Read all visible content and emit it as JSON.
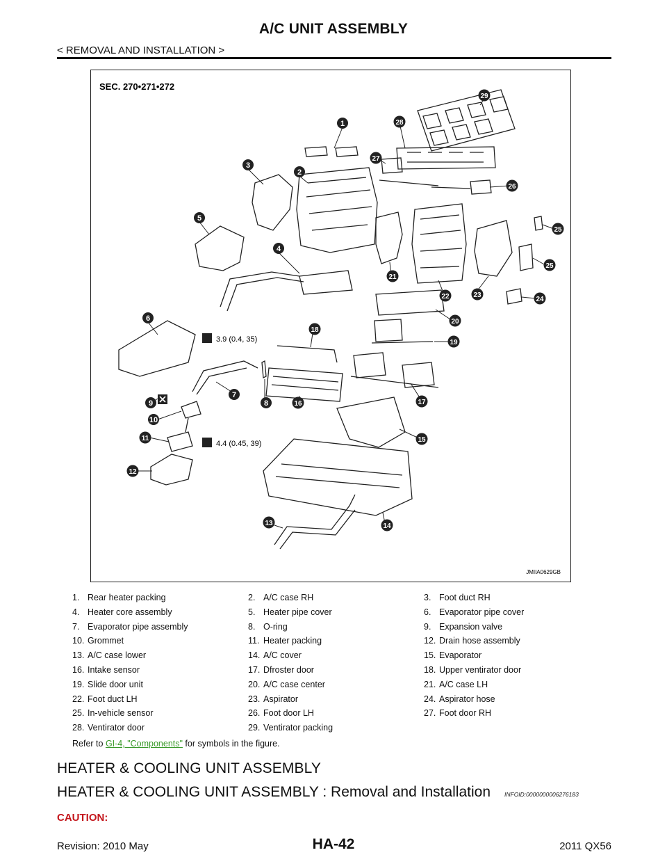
{
  "header": {
    "title": "A/C UNIT ASSEMBLY",
    "breadcrumb": "< REMOVAL AND INSTALLATION >"
  },
  "figure": {
    "section_label": "SEC. 270•271•272",
    "torque_1": "3.9 (0.4, 35)",
    "torque_2": "4.4 (0.45, 39)",
    "image_code": "JMIIA0629GB",
    "callouts": [
      "1",
      "2",
      "3",
      "4",
      "5",
      "6",
      "7",
      "8",
      "9",
      "10",
      "11",
      "12",
      "13",
      "14",
      "15",
      "16",
      "17",
      "18",
      "19",
      "20",
      "21",
      "22",
      "23",
      "24",
      "25",
      "25",
      "26",
      "27",
      "28",
      "29"
    ]
  },
  "legend": {
    "rows": [
      [
        {
          "num": "1.",
          "label": "Rear heater packing"
        },
        {
          "num": "2.",
          "label": "A/C case RH"
        },
        {
          "num": "3.",
          "label": "Foot duct RH"
        }
      ],
      [
        {
          "num": "4.",
          "label": "Heater core assembly"
        },
        {
          "num": "5.",
          "label": "Heater pipe cover"
        },
        {
          "num": "6.",
          "label": "Evaporator pipe cover"
        }
      ],
      [
        {
          "num": "7.",
          "label": "Evaporator pipe assembly"
        },
        {
          "num": "8.",
          "label": "O-ring"
        },
        {
          "num": "9.",
          "label": "Expansion valve"
        }
      ],
      [
        {
          "num": "10.",
          "label": "Grommet"
        },
        {
          "num": "11.",
          "label": "Heater packing"
        },
        {
          "num": "12.",
          "label": "Drain hose assembly"
        }
      ],
      [
        {
          "num": "13.",
          "label": "A/C case lower"
        },
        {
          "num": "14.",
          "label": "A/C cover"
        },
        {
          "num": "15.",
          "label": "Evaporator"
        }
      ],
      [
        {
          "num": "16.",
          "label": "Intake sensor"
        },
        {
          "num": "17.",
          "label": "Dfroster door"
        },
        {
          "num": "18.",
          "label": "Upper ventirator door"
        }
      ],
      [
        {
          "num": "19.",
          "label": "Slide door unit"
        },
        {
          "num": "20.",
          "label": "A/C case center"
        },
        {
          "num": "21.",
          "label": "A/C case LH"
        }
      ],
      [
        {
          "num": "22.",
          "label": "Foot duct LH"
        },
        {
          "num": "23.",
          "label": "Aspirator"
        },
        {
          "num": "24.",
          "label": "Aspirator hose"
        }
      ],
      [
        {
          "num": "25.",
          "label": "In-vehicle sensor"
        },
        {
          "num": "26.",
          "label": "Foot door LH"
        },
        {
          "num": "27.",
          "label": "Foot door RH"
        }
      ],
      [
        {
          "num": "28.",
          "label": "Ventirator door"
        },
        {
          "num": "29.",
          "label": "Ventirator packing"
        }
      ]
    ],
    "refer_prefix": "Refer to ",
    "refer_link": "GI-4, \"Components\"",
    "refer_suffix": " for symbols in the figure."
  },
  "sections": {
    "heading": "HEATER & COOLING UNIT ASSEMBLY",
    "subheading": "HEATER & COOLING UNIT ASSEMBLY : Removal and Installation",
    "info_id": "INFOID:0000000006276183",
    "caution": "CAUTION:"
  },
  "footer": {
    "revision": "Revision: 2010 May",
    "page": "HA-42",
    "model": "2011 QX56"
  },
  "colors": {
    "link": "#3a9a2a",
    "caution": "#c4161c"
  }
}
